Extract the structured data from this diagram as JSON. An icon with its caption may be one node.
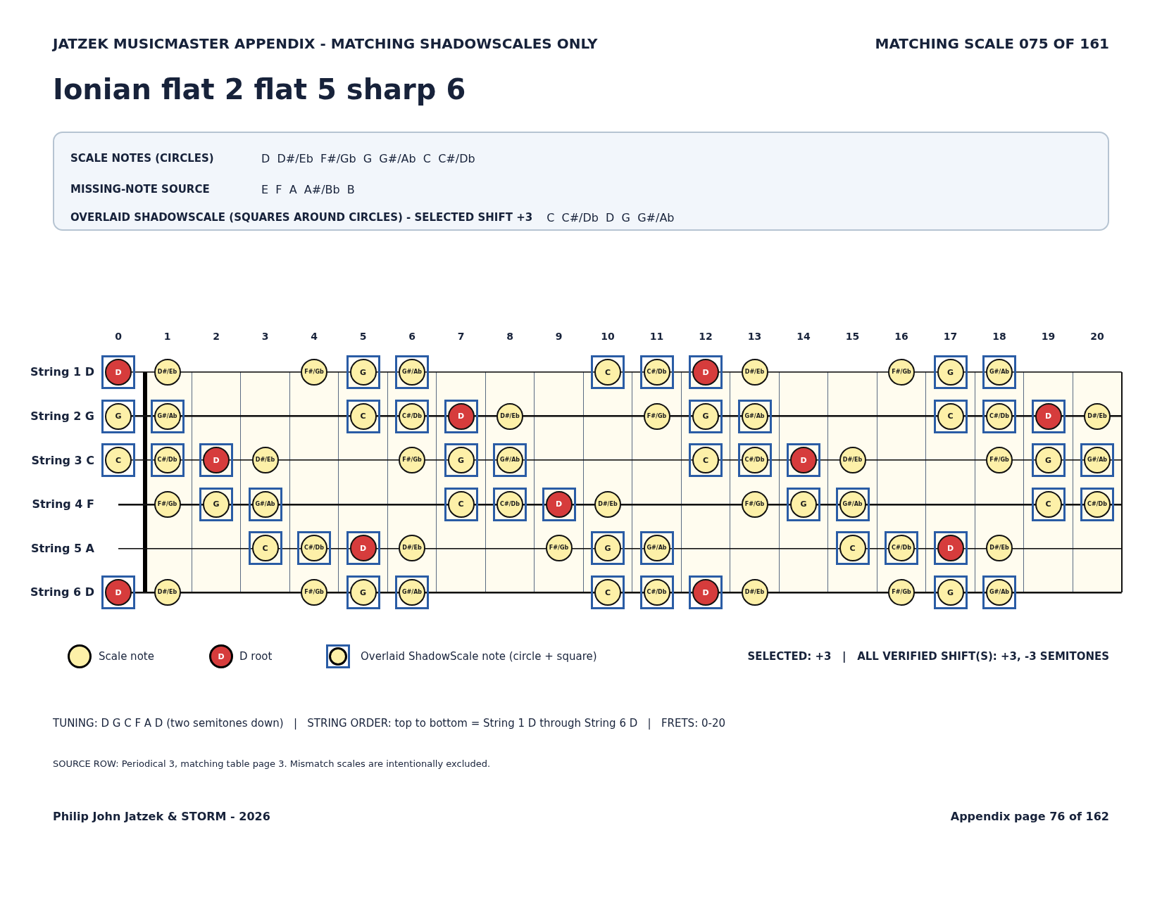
{
  "diagram": {
    "title": "Ionian flat 2 flat 5 sharp 6",
    "nodes": [
      {
        "text": [
          "SCALE NOTES (CIRCLES)",
          "D  D#/Eb  F#/Gb  G  G#/Ab  C  C#/Db",
          "MISSING-NOTE SOURCE",
          "E  F  A  A#/Bb  B",
          "OVERLAID SHADOWSCALE (SQUARES AROUND CIRCLES) - SELECTED SHIFT +3",
          "C  C#/Db  D  G  G#/Ab"
        ]
      },
      {
        "text": [],
        "shape": "box"
      },
      {
        "text": [
          "D"
        ],
        "in": 1
      },
      {
        "text": [
          "D#/Eb"
        ]
      },
      {
        "text": [
          "F#/Gb"
        ]
      },
      {
        "text": [],
        "shape": "box"
      },
      {
        "text": [
          "G"
        ],
        "in": 5
      },
      {
        "text": [],
        "shape": "box"
      },
      {
        "text": [
          "G#/Ab"
        ],
        "in": 7
      },
      {
        "text": [],
        "shape": "box"
      },
      {
        "text": [
          "C"
        ],
        "in": 9
      },
      {
        "text": [],
        "shape": "box"
      },
      {
        "text": [
          "C#/Db"
        ],
        "in": 11
      },
      {
        "text": [],
        "shape": "box"
      },
      {
        "text": [
          "D"
        ],
        "in": 13
      },
      {
        "text": [
          "D#/Eb"
        ]
      },
      {
        "text": [
          "F#/Gb"
        ]
      },
      {
        "text": [],
        "shape": "box"
      },
      {
        "text": [
          "G"
        ],
        "in": 17
      },
      {
        "text": [],
        "shape": "box"
      },
      {
        "text": [
          "G#/Ab"
        ],
        "in": 19
      },
      {
        "text": [],
        "shape": "box"
      },
      {
        "text": [
          "G"
        ],
        "in": 21
      },
      {
        "text": [],
        "shape": "box"
      },
      {
        "text": [
          "G#/Ab"
        ],
        "in": 23
      },
      {
        "text": [],
        "shape": "box"
      },
      {
        "text": [
          "C"
        ],
        "in": 25
      },
      {
        "text": [],
        "shape": "box"
      },
      {
        "text": [
          "C#/Db"
        ],
        "in": 27
      },
      {
        "text": [],
        "shape": "box"
      },
      {
        "text": [
          "D"
        ],
        "in": 29
      },
      {
        "text": [
          "D#/Eb"
        ]
      },
      {
        "text": [
          "F#/Gb"
        ]
      },
      {
        "text": [],
        "shape": "box"
      },
      {
        "text": [
          "G"
        ],
        "in": 33
      },
      {
        "text": [],
        "shape": "box"
      },
      {
        "text": [
          "G#/Ab"
        ],
        "in": 35
      },
      {
        "text": [],
        "shape": "box"
      },
      {
        "text": [
          "C"
        ],
        "in": 37
      },
      {
        "text": [],
        "shape": "box"
      },
      {
        "text": [
          "C#/Db"
        ],
        "in": 39
      },
      {
        "text": [],
        "shape": "box"
      },
      {
        "text": [
          "D"
        ],
        "in": 41
      },
      {
        "text": [
          "D#/Eb"
        ]
      },
      {
        "text": [],
        "shape": "box"
      },
      {
        "text": [
          "C"
        ],
        "in": 44
      },
      {
        "text": [],
        "shape": "box"
      },
      {
        "text": [
          "C#/Db"
        ],
        "in": 46
      },
      {
        "text": [],
        "shape": "box"
      },
      {
        "text": [
          "D"
        ],
        "in": 48
      },
      {
        "text": [
          "D#/Eb"
        ]
      },
      {
        "text": [
          "F#/Gb"
        ]
      },
      {
        "text": [],
        "shape": "box"
      },
      {
        "text": [
          "G"
        ],
        "in": 52
      },
      {
        "text": [],
        "shape": "box"
      },
      {
        "text": [
          "G#/Ab"
        ],
        "in": 54
      },
      {
        "text": [],
        "shape": "box"
      },
      {
        "text": [
          "C"
        ],
        "in": 56
      },
      {
        "text": [],
        "shape": "box"
      },
      {
        "text": [
          "C#/Db"
        ],
        "in": 58
      },
      {
        "text": [],
        "shape": "box"
      },
      {
        "text": [
          "D"
        ],
        "in": 60
      },
      {
        "text": [
          "D#/Eb"
        ]
      },
      {
        "text": [
          "F#/Gb"
        ]
      },
      {
        "text": [],
        "shape": "box"
      },
      {
        "text": [
          "G"
        ],
        "in": 64
      },
      {
        "text": [],
        "shape": "box"
      },
      {
        "text": [
          "G#/Ab"
        ],
        "in": 66
      },
      {
        "text": [
          "F#/Gb"
        ]
      },
      {
        "text": [],
        "shape": "box"
      },
      {
        "text": [
          "G"
        ],
        "in": 69
      },
      {
        "text": [],
        "shape": "box"
      },
      {
        "text": [
          "G#/Ab"
        ],
        "in": 71
      },
      {
        "text": [],
        "shape": "box"
      },
      {
        "text": [
          "C"
        ],
        "in": 73
      },
      {
        "text": [],
        "shape": "box"
      },
      {
        "text": [
          "C#/Db"
        ],
        "in": 75
      },
      {
        "text": [],
        "shape": "box"
      },
      {
        "text": [
          "D"
        ],
        "in": 77
      },
      {
        "text": [
          "D#/Eb"
        ]
      },
      {
        "text": [
          "F#/Gb"
        ]
      },
      {
        "text": [],
        "shape": "box"
      },
      {
        "text": [
          "G"
        ],
        "in": 81
      },
      {
        "text": [],
        "shape": "box"
      },
      {
        "text": [
          "G#/Ab"
        ],
        "in": 83
      },
      {
        "text": [],
        "shape": "box"
      },
      {
        "text": [
          "C"
        ],
        "in": 85
      },
      {
        "text": [],
        "shape": "box"
      },
      {
        "text": [
          "C#/Db"
        ],
        "in": 87
      },
      {
        "text": [],
        "shape": "box"
      },
      {
        "text": [
          "C"
        ],
        "in": 89
      },
      {
        "text": [],
        "shape": "box"
      },
      {
        "text": [
          "C#/Db"
        ],
        "in": 91
      },
      {
        "text": [],
        "shape": "box"
      },
      {
        "text": [
          "D"
        ],
        "in": 93
      },
      {
        "text": [
          "D#/Eb"
        ]
      },
      {
        "text": [
          "F#/Gb"
        ]
      },
      {
        "text": [],
        "shape": "box"
      },
      {
        "text": [
          "G"
        ],
        "in": 97
      },
      {
        "text": [],
        "shape": "box"
      },
      {
        "text": [
          "G#/Ab"
        ],
        "in": 99
      },
      {
        "text": [],
        "shape": "box"
      },
      {
        "text": [
          "C"
        ],
        "in": 101
      },
      {
        "text": [],
        "shape": "box"
      },
      {
        "text": [
          "C#/Db"
        ],
        "in": 103
      },
      {
        "text": [],
        "shape": "box"
      },
      {
        "text": [
          "D"
        ],
        "in": 105
      },
      {
        "text": [
          "D#/Eb"
        ]
      },
      {
        "text": [],
        "shape": "box"
      },
      {
        "text": [
          "D"
        ],
        "in": 108
      },
      {
        "text": [
          "D#/Eb"
        ]
      },
      {
        "text": [
          "F#/Gb"
        ]
      },
      {
        "text": [],
        "shape": "box"
      },
      {
        "text": [
          "G"
        ],
        "in": 112
      },
      {
        "text": [],
        "shape": "box"
      },
      {
        "text": [
          "G#/Ab"
        ],
        "in": 114
      },
      {
        "text": [],
        "shape": "box"
      },
      {
        "text": [
          "C"
        ],
        "in": 116
      },
      {
        "text": [],
        "shape": "box"
      },
      {
        "text": [
          "C#/Db"
        ],
        "in": 118
      },
      {
        "text": [],
        "shape": "box"
      },
      {
        "text": [
          "D"
        ],
        "in": 120
      },
      {
        "text": [
          "D#/Eb"
        ]
      },
      {
        "text": [
          "F#/Gb"
        ]
      },
      {
        "text": [],
        "shape": "box"
      },
      {
        "text": [
          "G"
        ],
        "in": 124
      },
      {
        "text": [],
        "shape": "box"
      },
      {
        "text": [
          "G#/Ab"
        ],
        "in": 126
      }
    ],
    "labels": [
      "JATZEK MUSICMASTER APPENDIX - MATCHING SHADOWSCALES ONLY",
      "MATCHING SCALE 075 OF 161",
      "0",
      "1",
      "2",
      "3",
      "4",
      "5",
      "6",
      "7",
      "8",
      "9",
      "10",
      "11",
      "12",
      "13",
      "14",
      "15",
      "16",
      "17",
      "18",
      "19",
      "20",
      "String 1 D",
      "String 2 G",
      "String 3 C",
      "String 4 F",
      "String 5 A",
      "String 6 D",
      "D",
      "SELECTED: +3   |   ALL VERIFIED SHIFT(S): +3, -3 SEMITONES",
      "TUNING: D G C F A D (two semitones down)   |   STRING ORDER: top to bottom = String 1 D through String 6 D   |   FRETS: 0-20",
      "SOURCE ROW: Periodical 3, matching table page 3. Mismatch scales are intentionally excluded.",
      "Philip John Jatzek & STORM - 2026",
      "Appendix page 76 of 162"
    ],
    "legend": [
      {
        "text": "Scale note",
        "color": "#fdf0a8"
      },
      {
        "text": "D root",
        "color": "#d63c3c"
      },
      {
        "text": "Overlaid ShadowScale note (circle + square)"
      }
    ]
  }
}
